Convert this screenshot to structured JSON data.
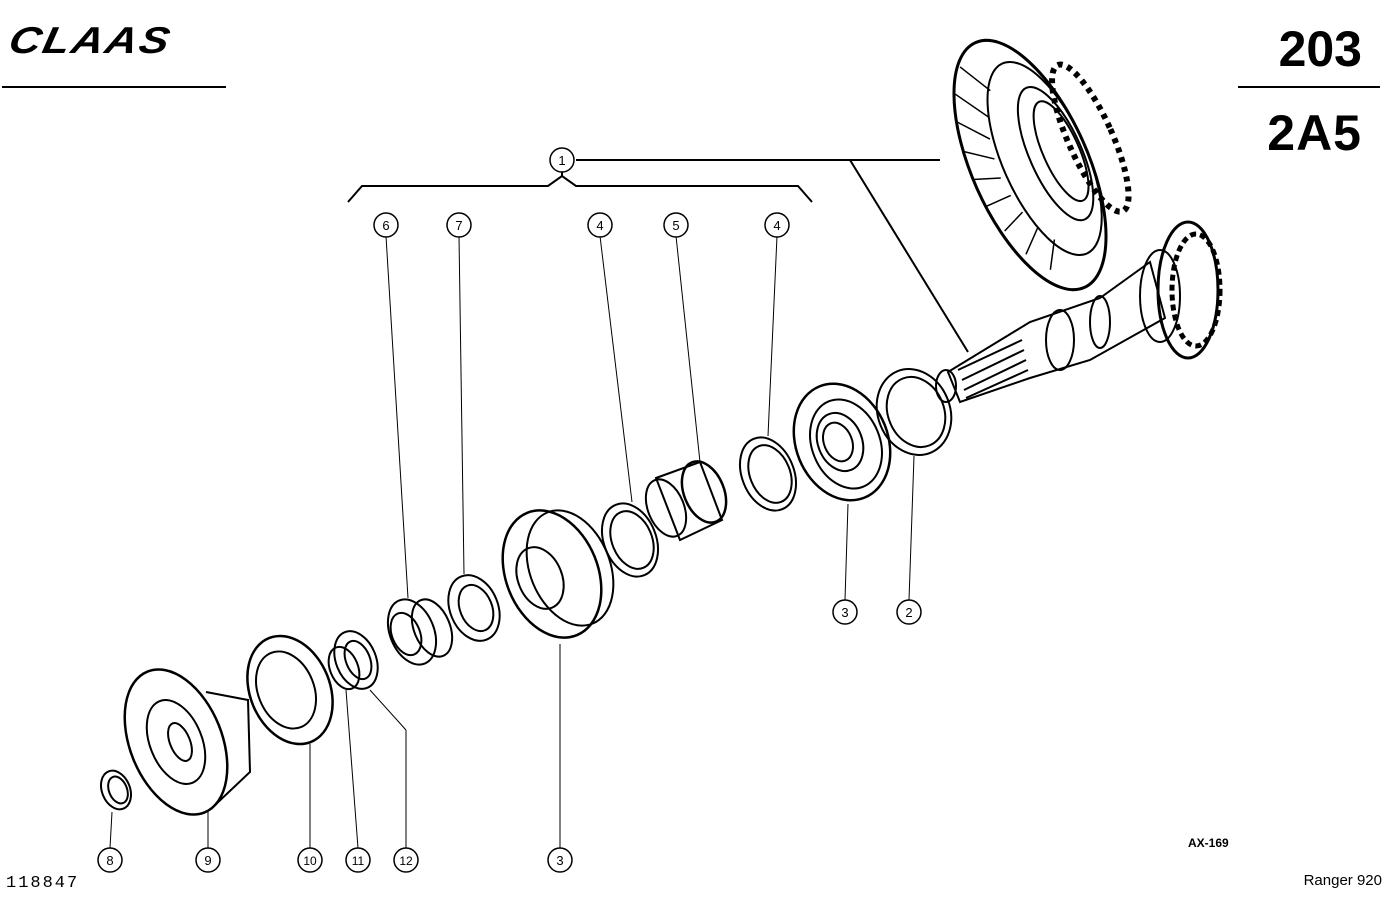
{
  "header": {
    "brand": "CLAAS",
    "section_code": "203",
    "group_code": "2A5"
  },
  "footer": {
    "document_number": "118847",
    "model": "Ranger 920",
    "drawing_ref": "AX-169"
  },
  "callouts": [
    "1",
    "2",
    "3",
    "3",
    "4",
    "4",
    "5",
    "6",
    "7",
    "8",
    "9",
    "10",
    "11",
    "12"
  ]
}
